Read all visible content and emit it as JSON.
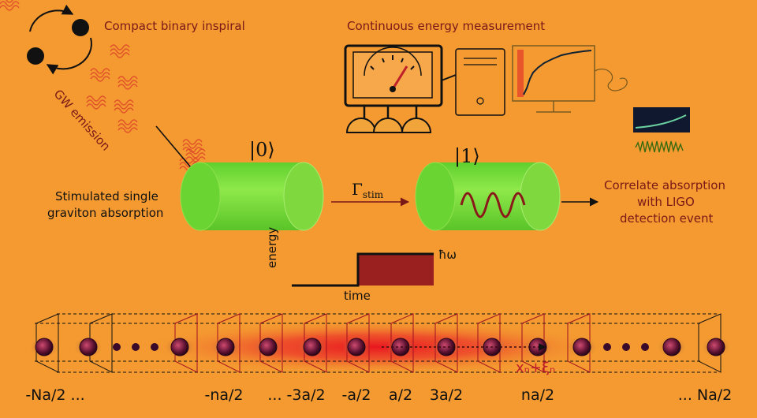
{
  "labels": {
    "binary": "Compact binary inspiral",
    "gw": "GW emission",
    "measure": "Continuous energy measurement",
    "absorb_line1": "Stimulated single",
    "absorb_line2": "graviton absorption",
    "state0": "|0⟩",
    "state1": "|1⟩",
    "gamma": "Γ",
    "gamma_sub": "stim",
    "correlate_line1": "Correlate absorption",
    "correlate_line2": "with LIGO",
    "correlate_line3": "detection event",
    "energy": "energy",
    "time": "time",
    "hbar_omega": "ħω",
    "displacement": "xₙ+ξₙ"
  },
  "positions": [
    {
      "text": "-Na/2 ...",
      "id": "pos-minus-Na2"
    },
    {
      "text": "-na/2",
      "id": "pos-minus-na2"
    },
    {
      "text": "... -3a/2",
      "id": "pos-minus-3a2"
    },
    {
      "text": "-a/2",
      "id": "pos-minus-a2"
    },
    {
      "text": "a/2",
      "id": "pos-a2"
    },
    {
      "text": "3a/2",
      "id": "pos-3a2"
    },
    {
      "text": "na/2",
      "id": "pos-na2"
    },
    {
      "text": "... Na/2",
      "id": "pos-Na2"
    }
  ],
  "colors": {
    "background": "#f49a30",
    "label": "#7a1818",
    "cylinder": "#7ddc3c",
    "wave": "#8a1a1a",
    "step": "#9a2020",
    "beam": "#e8252a"
  },
  "icons": [
    "binary-orbit-icon",
    "monitor-gauge-icon",
    "computer-tower-icon",
    "detector-plot-icon"
  ]
}
